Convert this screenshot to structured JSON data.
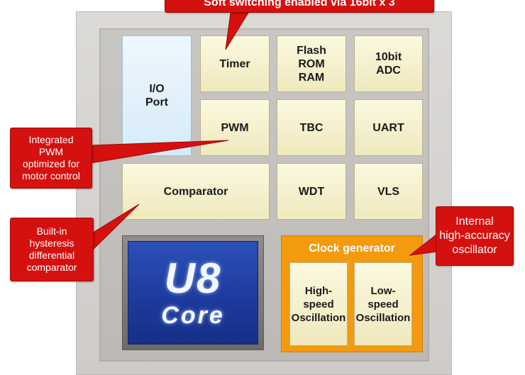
{
  "blocks": {
    "io_port": "I/O\nPort",
    "timer": "Timer",
    "flash": "Flash\nROM\nRAM",
    "adc": "10bit\nADC",
    "pwm": "PWM",
    "tbc": "TBC",
    "uart": "UART",
    "comparator": "Comparator",
    "wdt": "WDT",
    "vls": "VLS"
  },
  "core": {
    "logo": "U8",
    "label": "Core"
  },
  "clock": {
    "title": "Clock generator",
    "high_speed": "High-\nspeed\nOscillation",
    "low_speed": "Low-\nspeed\nOscillation"
  },
  "callouts": {
    "top": "Soft switching enabled via 16bit x 3",
    "pwm": "Integrated\nPWM\noptimized for\nmotor control",
    "comparator": "Built-in\nhysteresis\ndifferential\ncomparator",
    "oscillator": "Internal\nhigh-accuracy\noscillator"
  },
  "colors": {
    "callout_red": "#d4110f",
    "clock_orange": "#f39a0e",
    "core_blue": "#1c3a9c",
    "block_cream": "#f5f0cf",
    "io_blue": "#e2f1fb"
  }
}
